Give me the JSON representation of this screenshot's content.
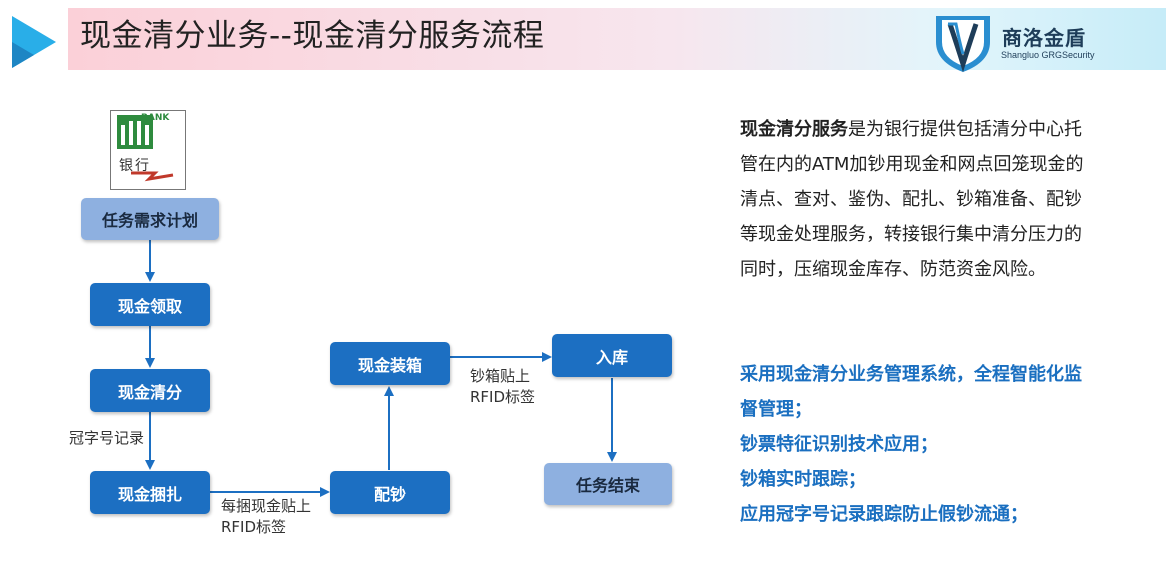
{
  "header": {
    "title": "现金清分业务--现金清分服务流程",
    "logo_cn": "商洛金盾",
    "logo_en": "Shangluo GRGSecurity"
  },
  "bank_icon": {
    "top_text": "BANK",
    "label": "银行"
  },
  "flow": {
    "steps": {
      "plan": "任务需求计划",
      "receive": "现金领取",
      "sort": "现金清分",
      "bundle": "现金捆扎",
      "allocate": "配钞",
      "box": "现金装箱",
      "store": "入库",
      "end": "任务结束"
    },
    "labels": {
      "serial_record": "冠字号记录",
      "bundle_rfid_line1": "每捆现金贴上",
      "bundle_rfid_line2": "RFID标签",
      "box_rfid_line1": "钞箱贴上",
      "box_rfid_line2": "RFID标签"
    }
  },
  "description": {
    "bold_lead": "现金清分服务",
    "body": "是为银行提供包括清分中心托管在内的ATM加钞用现金和网点回笼现金的清点、查对、鉴伪、配扎、钞箱准备、配钞等现金处理服务，转接银行集中清分压力的同时，压缩现金库存、防范资金风险。"
  },
  "features": [
    "采用现金清分业务管理系统，全程智能化监督管理；",
    "钞票特征识别技术应用；",
    "钞箱实时跟踪；",
    "应用冠字号记录跟踪防止假钞流通；"
  ],
  "colors": {
    "box_dark": "#1c6fc2",
    "box_light": "#8eb0e0",
    "arrow": "#1c6fc2",
    "feature_text": "#1a6fc0"
  }
}
